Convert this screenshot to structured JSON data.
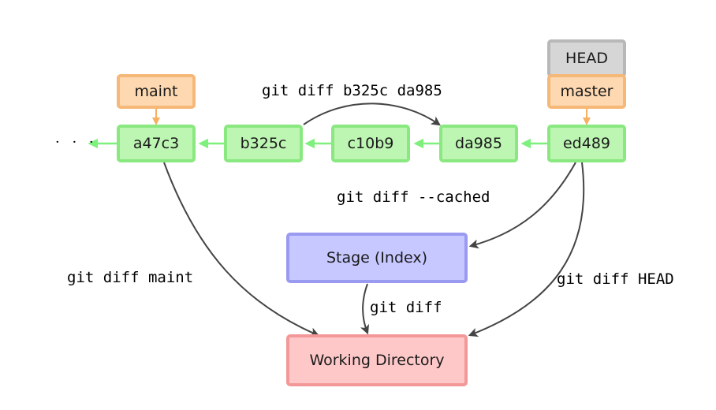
{
  "diagram": {
    "ellipsis": "· · ·",
    "head": "HEAD",
    "branches": {
      "maint": "maint",
      "master": "master"
    },
    "commits": [
      "a47c3",
      "b325c",
      "c10b9",
      "da985",
      "ed489"
    ],
    "stage": "Stage (Index)",
    "working_directory": "Working Directory",
    "commands": {
      "commits": "git diff b325c da985",
      "cached": "git diff --cached",
      "maint": "git diff maint",
      "head": "git diff HEAD",
      "stage": "git diff"
    },
    "colors": {
      "commit_fill": "#bdf5b2",
      "commit_border": "#8ae880",
      "branch_fill": "#fdd8b0",
      "branch_border": "#f6b878",
      "head_fill": "#d6d6d6",
      "head_border": "#b8b8b8",
      "stage_fill": "#c7c8ff",
      "stage_border": "#999af0",
      "work_fill": "#ffc8c8",
      "work_border": "#f39898",
      "arrow_green": "#7ef07e",
      "arrow_orange": "#f6b060",
      "arrow_gray": "#444444"
    }
  }
}
